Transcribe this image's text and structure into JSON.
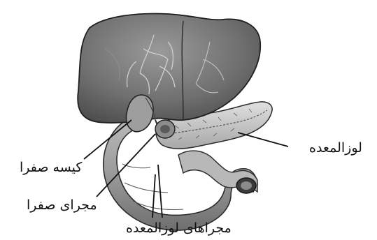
{
  "labels": {
    "pancreas": "لوزالمعده",
    "gallbladder": "کیسه صفرا",
    "bile_duct": "مجرای صفرا",
    "pancreatic_ducts": "مجراهای لوزالمعده"
  }
}
